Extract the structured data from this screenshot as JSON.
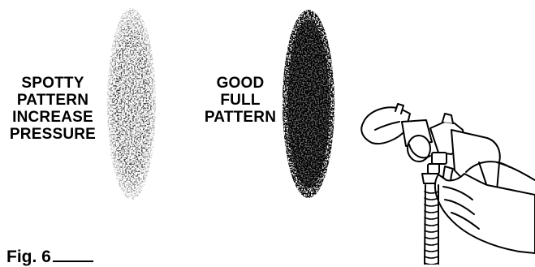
{
  "labels": {
    "spotty": [
      "SPOTTY",
      "PATTERN",
      "INCREASE",
      "PRESSURE"
    ],
    "good": [
      "GOOD",
      "FULL",
      "PATTERN"
    ]
  },
  "caption": "Fig. 6",
  "colors": {
    "ink": "#000000",
    "paper": "#ffffff"
  },
  "icons": [
    "spray-gun-in-hand-illustration"
  ]
}
